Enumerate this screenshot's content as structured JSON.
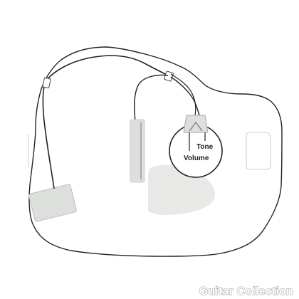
{
  "labels": {
    "tone": "Tone",
    "volume": "Volume"
  },
  "watermark": {
    "text": "Guitar Collection"
  },
  "colors": {
    "outline": "#222222",
    "component_fill": "#dddfdd",
    "pickguard_fill": "#e8e8e6",
    "background": "#ffffff"
  }
}
